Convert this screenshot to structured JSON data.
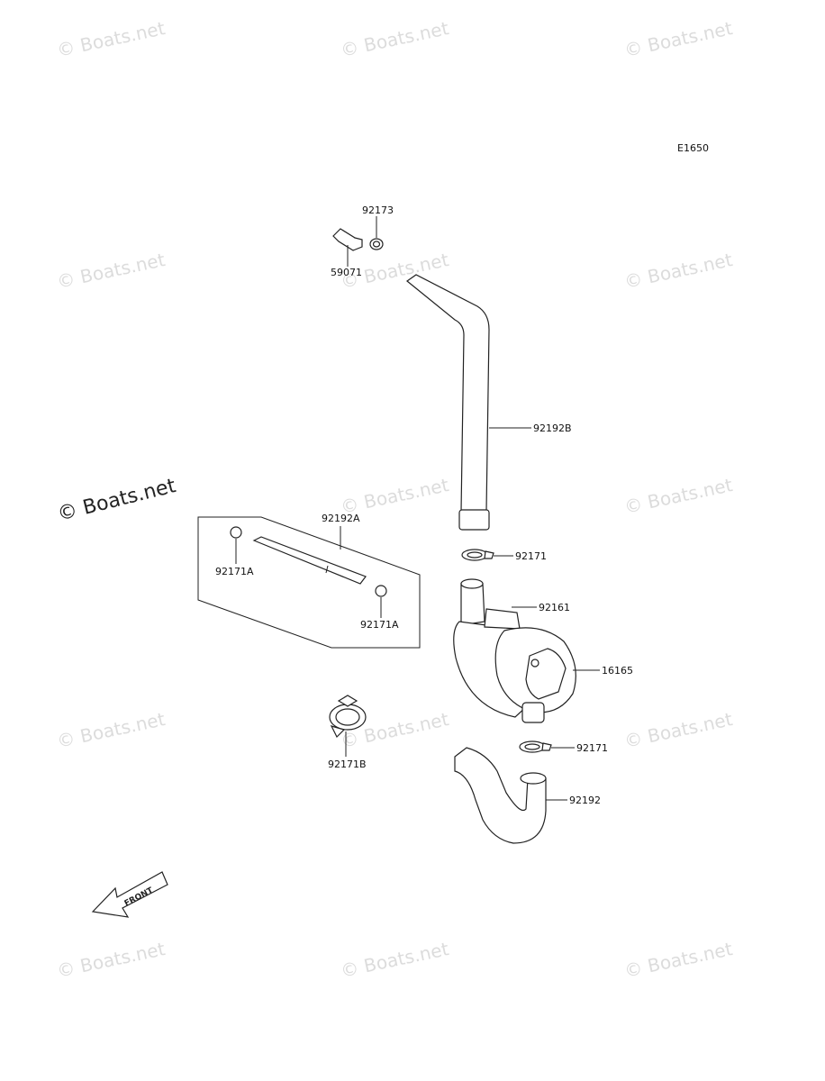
{
  "diagram_code": "E1650",
  "watermark_text": "© Boats.net",
  "front_arrow_label": "FRONT",
  "part_labels": {
    "p92173": "92173",
    "p59071": "59071",
    "p92192B": "92192B",
    "p92192A": "92192A",
    "p92171_top": "92171",
    "p92171A_left": "92171A",
    "p92171A_right": "92171A",
    "p92161": "92161",
    "p16165": "16165",
    "p92171B": "92171B",
    "p92171_bottom": "92171",
    "p92192": "92192"
  }
}
